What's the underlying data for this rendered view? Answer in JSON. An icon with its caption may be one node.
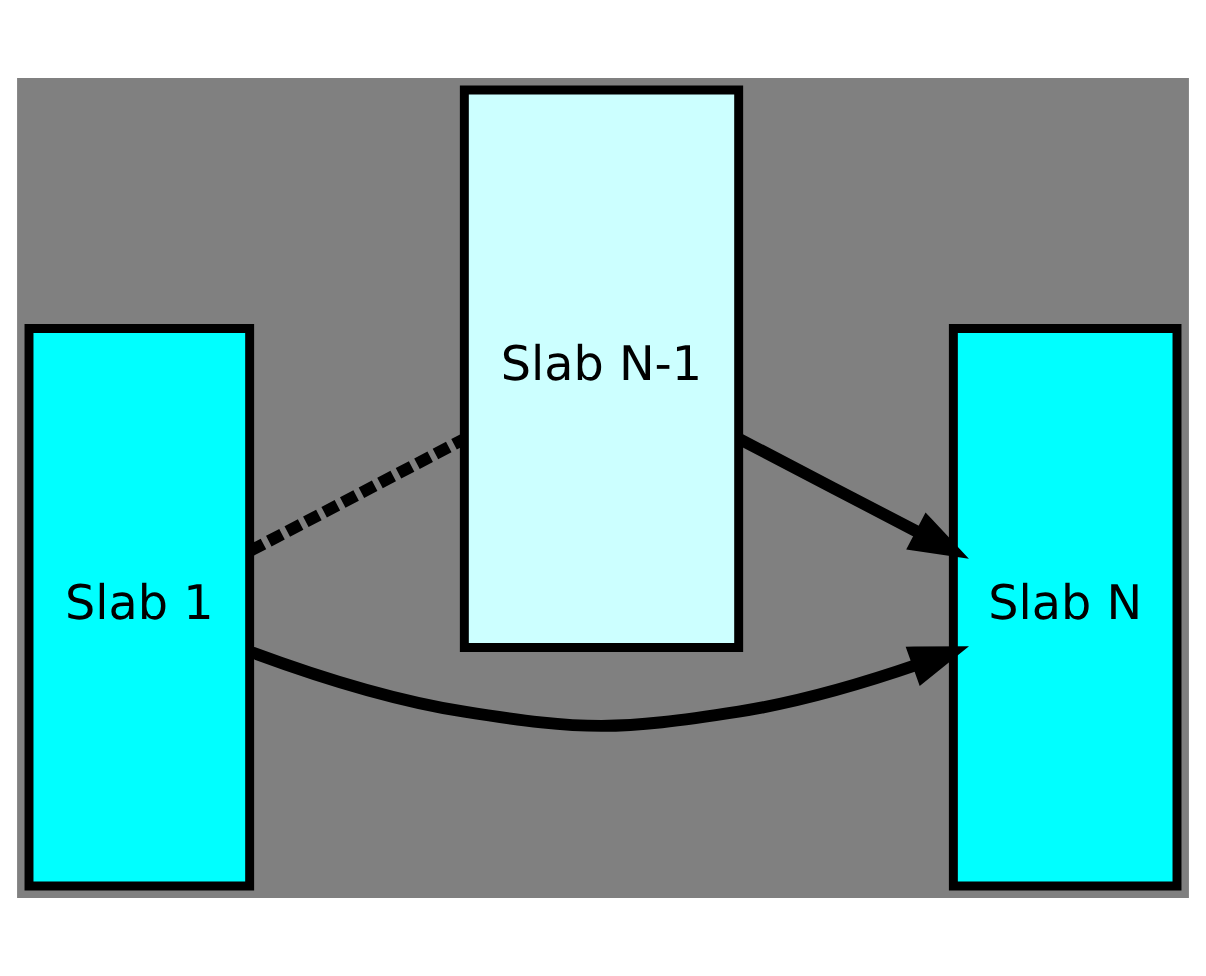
{
  "diagram": {
    "nodes": [
      {
        "text": [
          "Slab 1"
        ]
      },
      {
        "text": [
          "Slab N-1"
        ]
      },
      {
        "text": [
          "Slab N"
        ]
      }
    ],
    "edges": [
      {
        "from": 0,
        "to": 1,
        "arrow": "none",
        "style": "dashed"
      },
      {
        "from": 1,
        "to": 2,
        "arrow": "to"
      },
      {
        "from": 0,
        "to": 2,
        "arrow": "to"
      }
    ]
  }
}
